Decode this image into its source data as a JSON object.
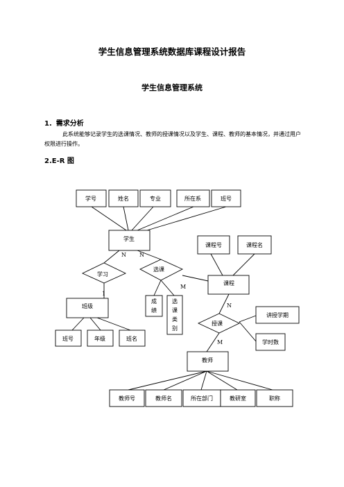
{
  "doc": {
    "title": "学生信息管理系统数据库课程设计报告",
    "subtitle": "学生信息管理系统",
    "section1": {
      "number": "1.",
      "heading": "需求分析",
      "paragraph": "此系统能够记录学生的选课情况、教师的授课情况以及学生、课程、教师的基本情况，并通过用户权限进行操作。"
    },
    "section2": {
      "heading": "2.E-R 图"
    }
  },
  "er": {
    "student_attrs": [
      "学号",
      "姓名",
      "专业",
      "所在系",
      "班号"
    ],
    "student": "学生",
    "study": "学习",
    "elect": "选课",
    "course": "课程",
    "course_attrs": [
      "课程号",
      "课程名"
    ],
    "class": "班级",
    "class_attrs": [
      "班号",
      "年级",
      "班名"
    ],
    "grade_chars": [
      "成",
      "绩"
    ],
    "elect_type_chars": [
      "选",
      "课",
      "类",
      "别"
    ],
    "teach": "授课",
    "teach_attrs": [
      "讲授学期",
      "学时数"
    ],
    "teacher": "教师",
    "teacher_attrs": [
      "教师号",
      "教师名",
      "所在部门",
      "教研室",
      "职称"
    ],
    "cardinality": {
      "study_student": "N",
      "elect_student": "N",
      "study_class": "1",
      "elect_course": "M",
      "teach_course": "N",
      "teach_teacher": "M"
    }
  }
}
